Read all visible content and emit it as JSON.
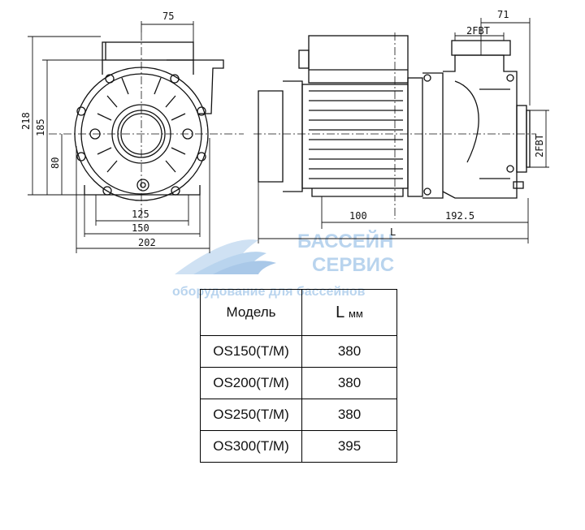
{
  "dimensions": {
    "width_top": "75",
    "h218": "218",
    "h185": "185",
    "h80": "80",
    "w125": "125",
    "w150": "150",
    "w202": "202",
    "w71": "71",
    "fbt_top": "2FBT",
    "fbt_side": "2FBT",
    "d100": "100",
    "d192_5": "192.5",
    "L": "L"
  },
  "watermark": {
    "line1": "БАССЕЙН",
    "line2": "СЕРВИС",
    "line3": "оборудование для бассейнов"
  },
  "table": {
    "col_model": "Модель",
    "col_length": "L",
    "col_length_unit": "мм",
    "rows": [
      {
        "model": "OS150(T/M)",
        "length": "380"
      },
      {
        "model": "OS200(T/M)",
        "length": "380"
      },
      {
        "model": "OS250(T/M)",
        "length": "380"
      },
      {
        "model": "OS300(T/M)",
        "length": "395"
      }
    ]
  }
}
